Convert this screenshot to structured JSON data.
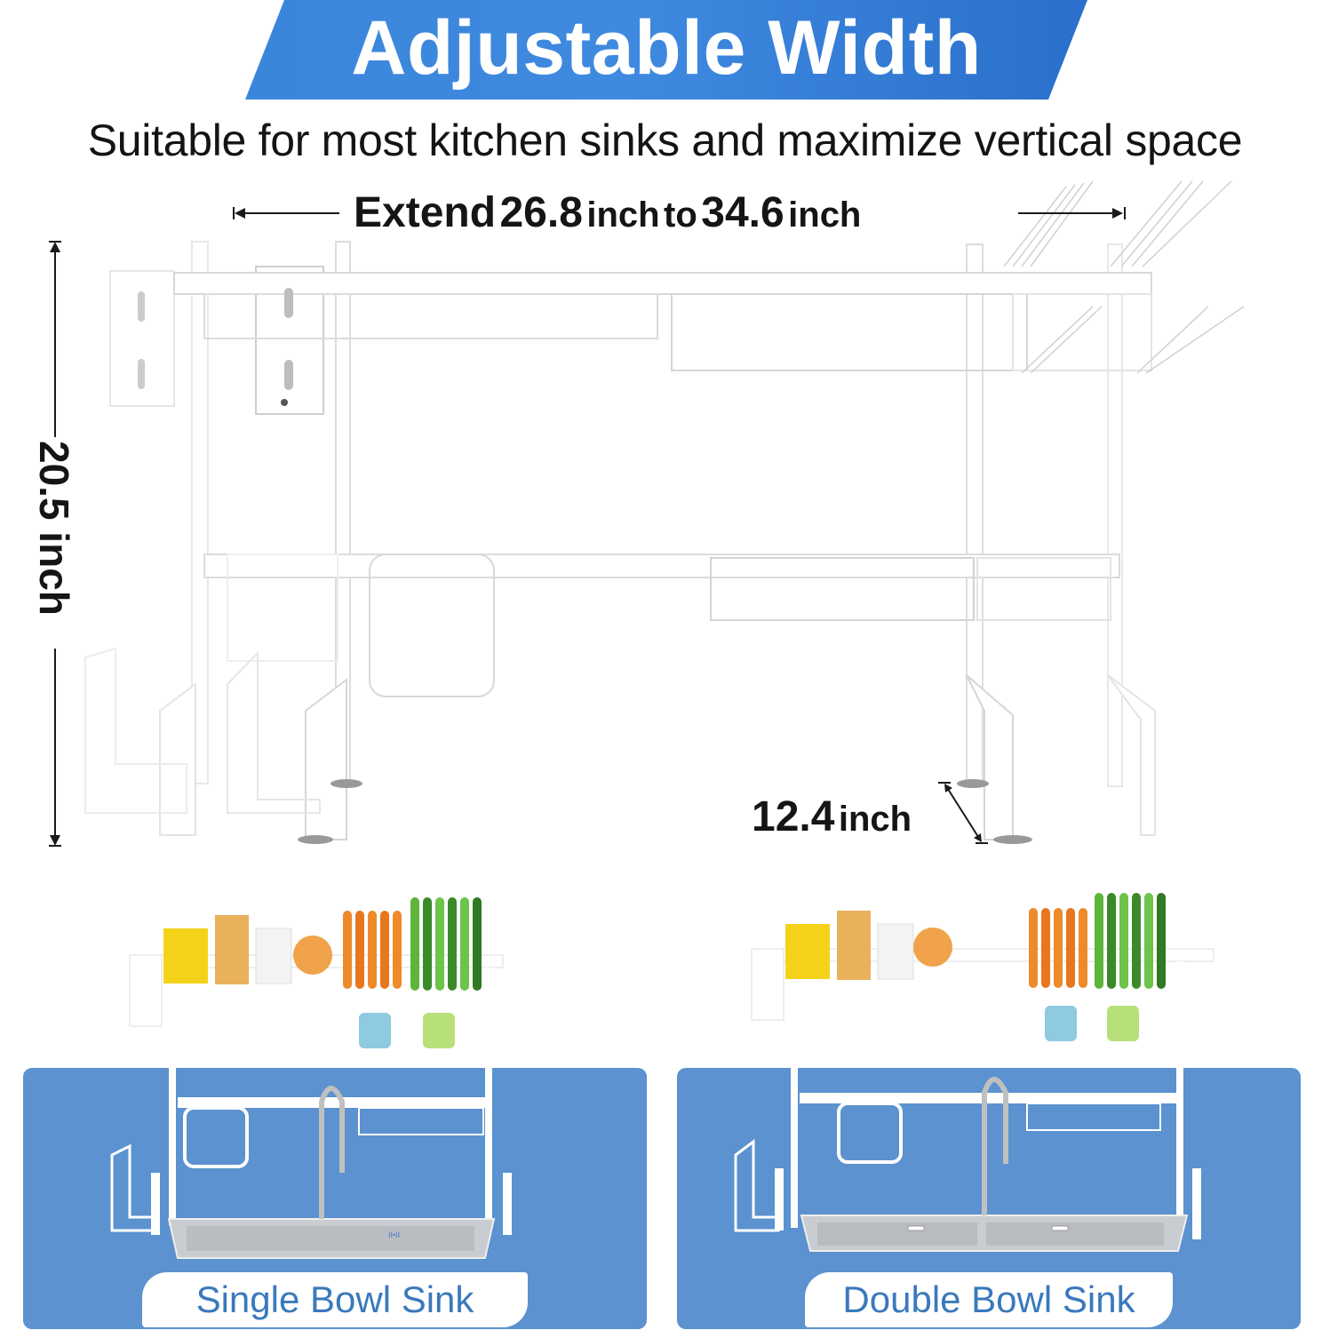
{
  "header": {
    "title": "Adjustable Width",
    "subtitle": "Suitable for most kitchen sinks and maximize vertical space",
    "banner_color": "#3a86da"
  },
  "dimensions": {
    "width": {
      "prefix": "Extend",
      "min_value": "26.8",
      "min_unit": "inch",
      "connector": "to",
      "max_value": "34.6",
      "max_unit": "inch"
    },
    "height": {
      "value": "20.5",
      "unit": "inch",
      "text": "20.5 inch"
    },
    "depth": {
      "value": "12.4",
      "unit": "inch"
    }
  },
  "illustration": {
    "product": "over-sink-dish-rack",
    "color": "white",
    "parts": [
      "utensil-holder",
      "cutting-board-holder",
      "top-basket",
      "cup-hooks",
      "dish-rack-basket",
      "knife-holder",
      "lower-basket",
      "sponge-holder",
      "legs"
    ]
  },
  "examples": [
    {
      "label": "Single Bowl Sink",
      "panel_color": "#5b92cf",
      "label_color": "#3a79bd"
    },
    {
      "label": "Double Bowl Sink",
      "panel_color": "#5b92cf",
      "label_color": "#3a79bd"
    }
  ]
}
